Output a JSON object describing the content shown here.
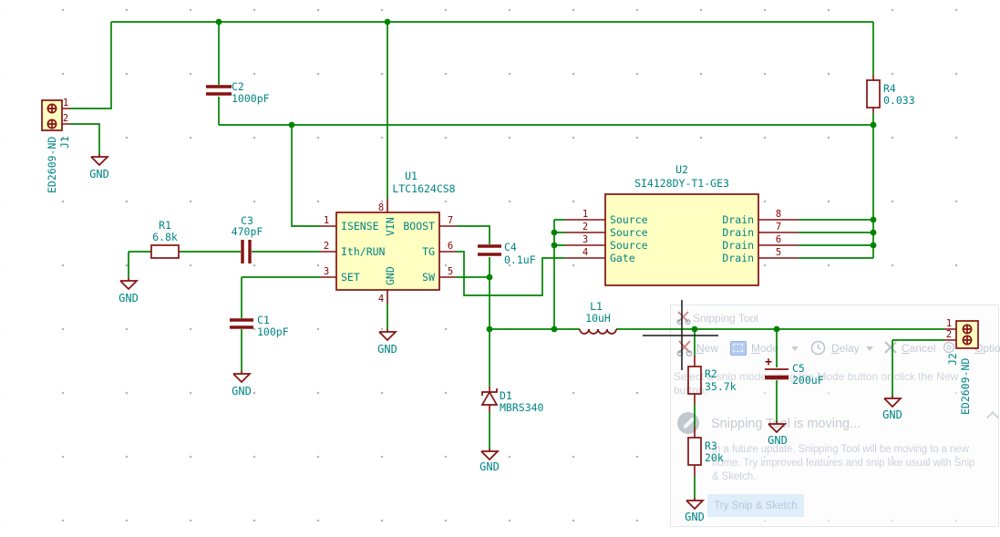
{
  "schematic": {
    "gnd": "GND",
    "colors": {
      "wire_green": "#008400",
      "symbol_red": "#841212",
      "label_teal": "#008484",
      "pin_number_red": "#840000",
      "body_fill_yellow": "#ffffc2",
      "grid_dot_gray": "#b4b4b4"
    },
    "j1": {
      "ref": "J1",
      "value": "ED2609-ND",
      "pin_numbers": [
        "1",
        "2"
      ]
    },
    "c2": {
      "ref": "C2",
      "value": "1000pF"
    },
    "r1": {
      "ref": "R1",
      "value": "6.8k"
    },
    "c3": {
      "ref": "C3",
      "value": "470pF"
    },
    "c1": {
      "ref": "C1",
      "value": "100pF"
    },
    "u1": {
      "ref": "U1",
      "value": "LTC1624CS8",
      "left_pins": [
        {
          "num": "1",
          "name": "ISENSE"
        },
        {
          "num": "2",
          "name": "Ith/RUN"
        },
        {
          "num": "3",
          "name": "SET"
        }
      ],
      "right_pins": [
        {
          "num": "7",
          "name": "BOOST"
        },
        {
          "num": "6",
          "name": "TG"
        },
        {
          "num": "5",
          "name": "SW"
        }
      ],
      "top_pin": {
        "num": "8",
        "name": "VIN"
      },
      "bottom_pin": {
        "num": "4",
        "name": "GND"
      }
    },
    "c4": {
      "ref": "C4",
      "value": "0.1uF"
    },
    "d1": {
      "ref": "D1",
      "value": "MBRS340"
    },
    "l1": {
      "ref": "L1",
      "value": "10uH"
    },
    "u2": {
      "ref": "U2",
      "value": "SI4128DY-T1-GE3",
      "left_pins": [
        {
          "num": "1",
          "name": "Source"
        },
        {
          "num": "2",
          "name": "Source"
        },
        {
          "num": "3",
          "name": "Source"
        },
        {
          "num": "4",
          "name": "Gate"
        }
      ],
      "right_pins": [
        {
          "num": "8",
          "name": "Drain"
        },
        {
          "num": "7",
          "name": "Drain"
        },
        {
          "num": "6",
          "name": "Drain"
        },
        {
          "num": "5",
          "name": "Drain"
        }
      ]
    },
    "r2": {
      "ref": "R2",
      "value": "35.7k"
    },
    "r3": {
      "ref": "R3",
      "value": "20k"
    },
    "c5": {
      "ref": "C5",
      "value": "200uF",
      "plus": "+"
    },
    "r4": {
      "ref": "R4",
      "value": "0.033"
    },
    "j2": {
      "ref": "J2",
      "value": "ED2609-ND",
      "pin_numbers": [
        "1",
        "2"
      ]
    }
  },
  "overlay": {
    "title": "Snipping Tool",
    "toolbar": {
      "new": "New",
      "mode": "Mode",
      "delay": "Delay",
      "cancel": "Cancel",
      "options": "Optio"
    },
    "hint_line1": "Select a snip mode using the Mode button or click the New",
    "hint_line2": "button.",
    "notice": {
      "heading": "Snipping Tool is moving...",
      "line1": "In a future update, Snipping Tool will be moving to a new",
      "line2": "home. Try improved features and snip like usual with Snip",
      "line3": "& Sketch.",
      "button": "Try Snip & Sketch"
    }
  }
}
